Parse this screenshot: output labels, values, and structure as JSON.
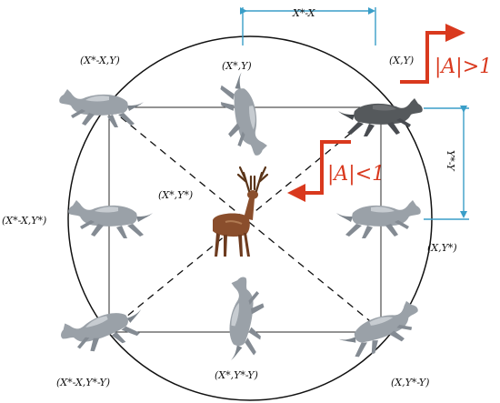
{
  "labels": {
    "top_left": "(X*-X,Y)",
    "top_mid": "(X*,Y)",
    "top_right": "(X,Y)",
    "mid_left": "(X*-X,Y*)",
    "center": "(X*,Y*)",
    "mid_right": "(X,Y*)",
    "bot_left": "(X*-X,Y*-Y)",
    "bot_mid": "(X*,Y*-Y)",
    "bot_right": "(X,Y*-Y)"
  },
  "dimensions": {
    "horizontal": "X*-X",
    "vertical": "Y*-Y"
  },
  "conditions": {
    "greater": "|A|>1",
    "less": "|A|<1"
  },
  "colors": {
    "accent": "#d9391e",
    "dimension_line": "#3a9ec8",
    "wolf": "#8e959c",
    "wolf_dark": "#3d4550",
    "deer": "#8a4e2c"
  }
}
